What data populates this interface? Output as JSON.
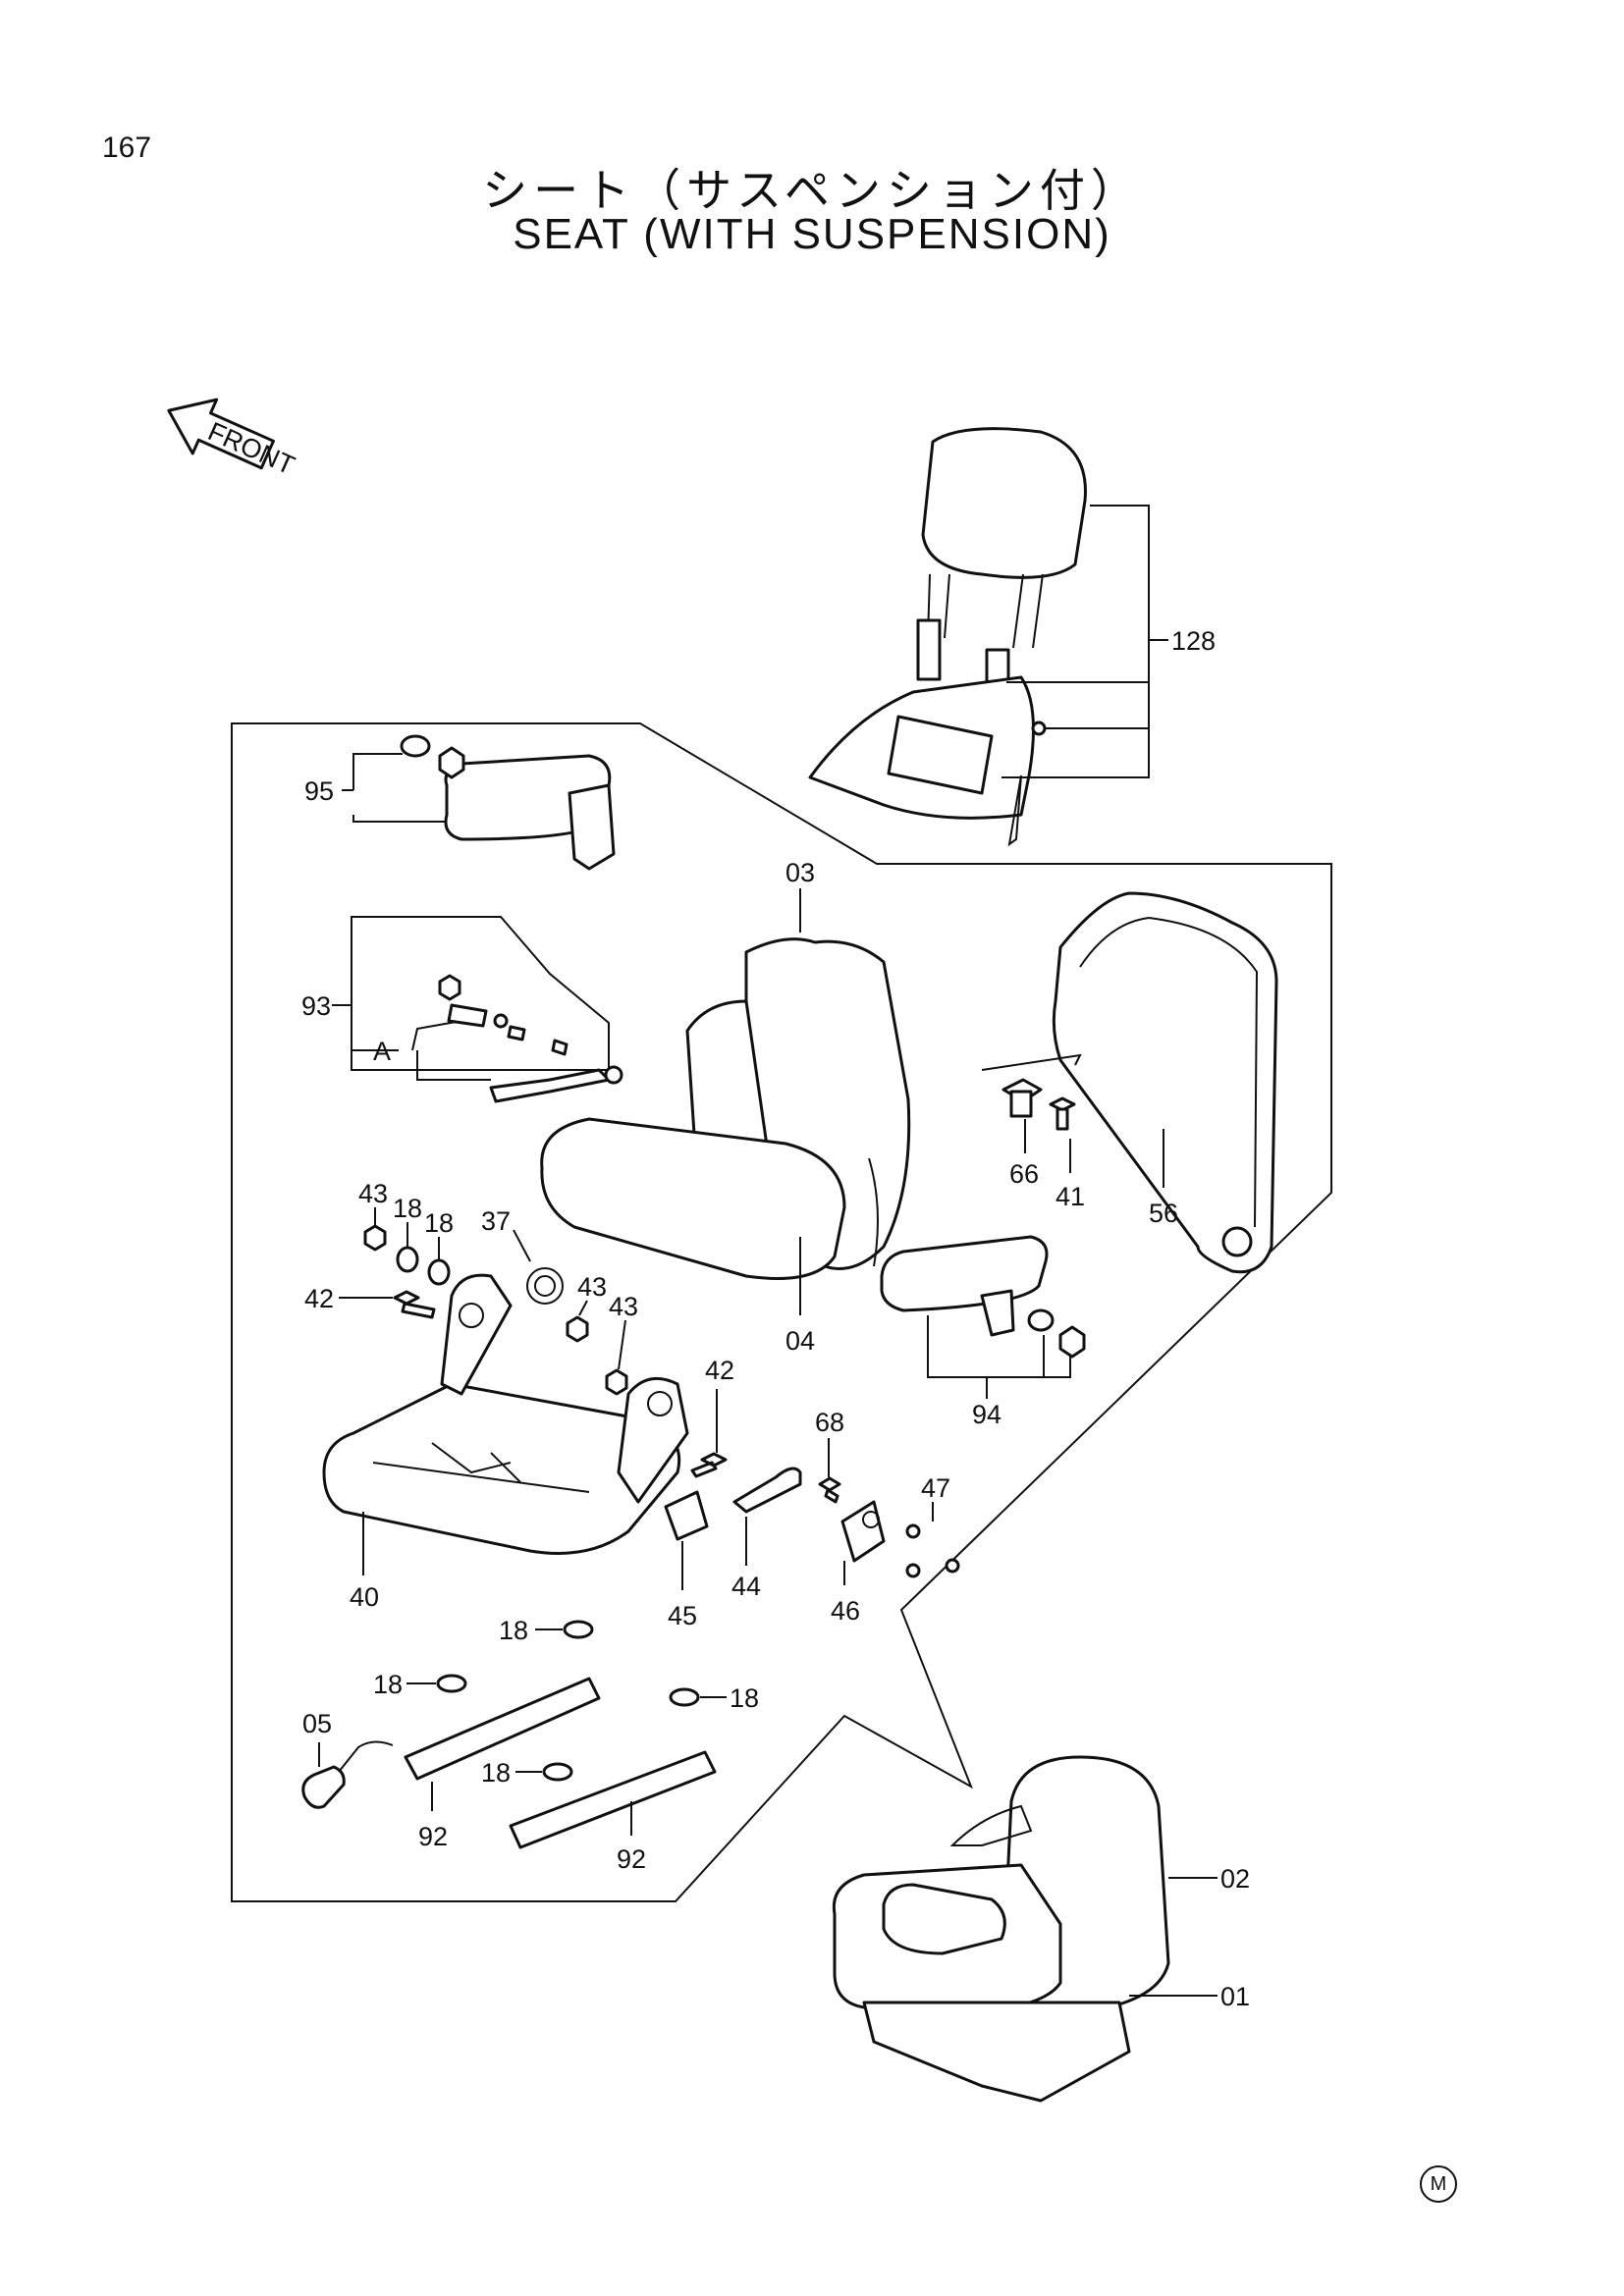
{
  "page_number": "167",
  "title_jp": "シート（サスペンション付）",
  "title_en": "SEAT (WITH SUSPENSION)",
  "front_label": "FRONT",
  "footer_mark": "M",
  "labels": {
    "l128": "128",
    "l95": "95",
    "l93": "93",
    "lA": "A",
    "l03": "03",
    "l56": "56",
    "l66": "66",
    "l41": "41",
    "l43a": "43",
    "l18a": "18",
    "l18b": "18",
    "l37": "37",
    "l43b": "43",
    "l43c": "43",
    "l42a": "42",
    "l04": "04",
    "l94": "94",
    "l42b": "42",
    "l68": "68",
    "l47": "47",
    "l40": "40",
    "l45": "45",
    "l44": "44",
    "l46": "46",
    "l18c": "18",
    "l18d": "18",
    "l18e": "18",
    "l18f": "18",
    "l05": "05",
    "l92a": "92",
    "l92b": "92",
    "l02": "02",
    "l01": "01"
  }
}
